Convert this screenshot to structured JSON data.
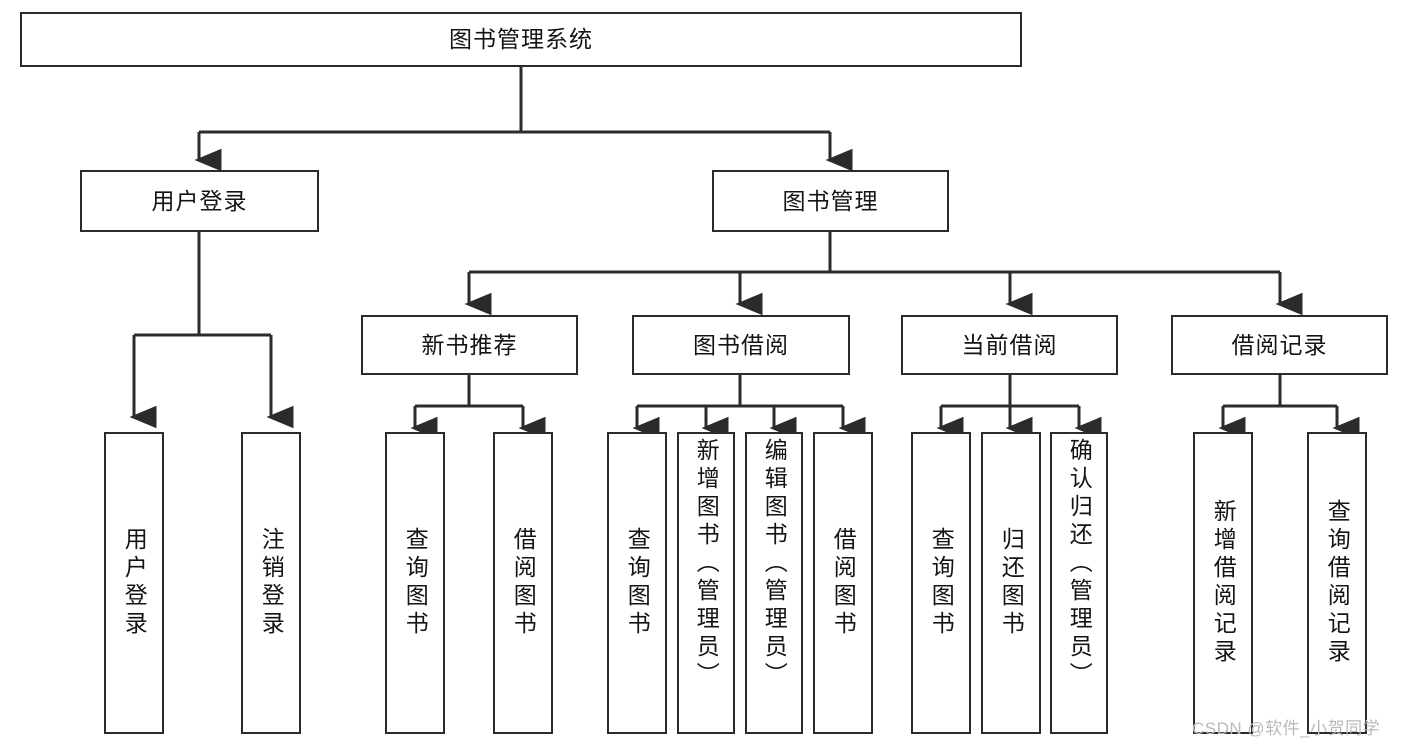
{
  "diagram": {
    "title": "图书管理系统",
    "type": "tree-hierarchy-chart",
    "colors": {
      "box_border": "#2b2b2b",
      "box_fill": "#ffffff",
      "edge": "#2b2b2b",
      "text": "#141414",
      "background": "#ffffff",
      "watermark": "#b9b9b9"
    },
    "nodes": {
      "root": {
        "label": "图书管理系统"
      },
      "level2": [
        {
          "id": "user-login",
          "label": "用户登录"
        },
        {
          "id": "book-manage",
          "label": "图书管理"
        }
      ],
      "level3": [
        {
          "id": "new-book-recommend",
          "label": "新书推荐"
        },
        {
          "id": "book-borrow",
          "label": "图书借阅"
        },
        {
          "id": "current-borrow",
          "label": "当前借阅"
        },
        {
          "id": "borrow-record",
          "label": "借阅记录"
        }
      ],
      "leaves": {
        "user-login": [
          {
            "id": "leaf-user-login",
            "label": "用户登录"
          },
          {
            "id": "leaf-user-logout",
            "label": "注销登录"
          }
        ],
        "new-book-recommend": [
          {
            "id": "leaf-query-book-1",
            "label": "查询图书"
          },
          {
            "id": "leaf-borrow-book-1",
            "label": "借阅图书"
          }
        ],
        "book-borrow": [
          {
            "id": "leaf-query-book-2",
            "label": "查询图书"
          },
          {
            "id": "leaf-add-book",
            "label": "新增图书（管理员）"
          },
          {
            "id": "leaf-edit-book",
            "label": "编辑图书（管理员）"
          },
          {
            "id": "leaf-borrow-book-2",
            "label": "借阅图书"
          }
        ],
        "current-borrow": [
          {
            "id": "leaf-query-book-3",
            "label": "查询图书"
          },
          {
            "id": "leaf-return-book",
            "label": "归还图书"
          },
          {
            "id": "leaf-confirm-return",
            "label": "确认归还（管理员）"
          }
        ],
        "borrow-record": [
          {
            "id": "leaf-add-record",
            "label": "新增借阅记录"
          },
          {
            "id": "leaf-query-record",
            "label": "查询借阅记录"
          }
        ]
      }
    },
    "watermark": "CSDN @软件_小贺同学"
  }
}
